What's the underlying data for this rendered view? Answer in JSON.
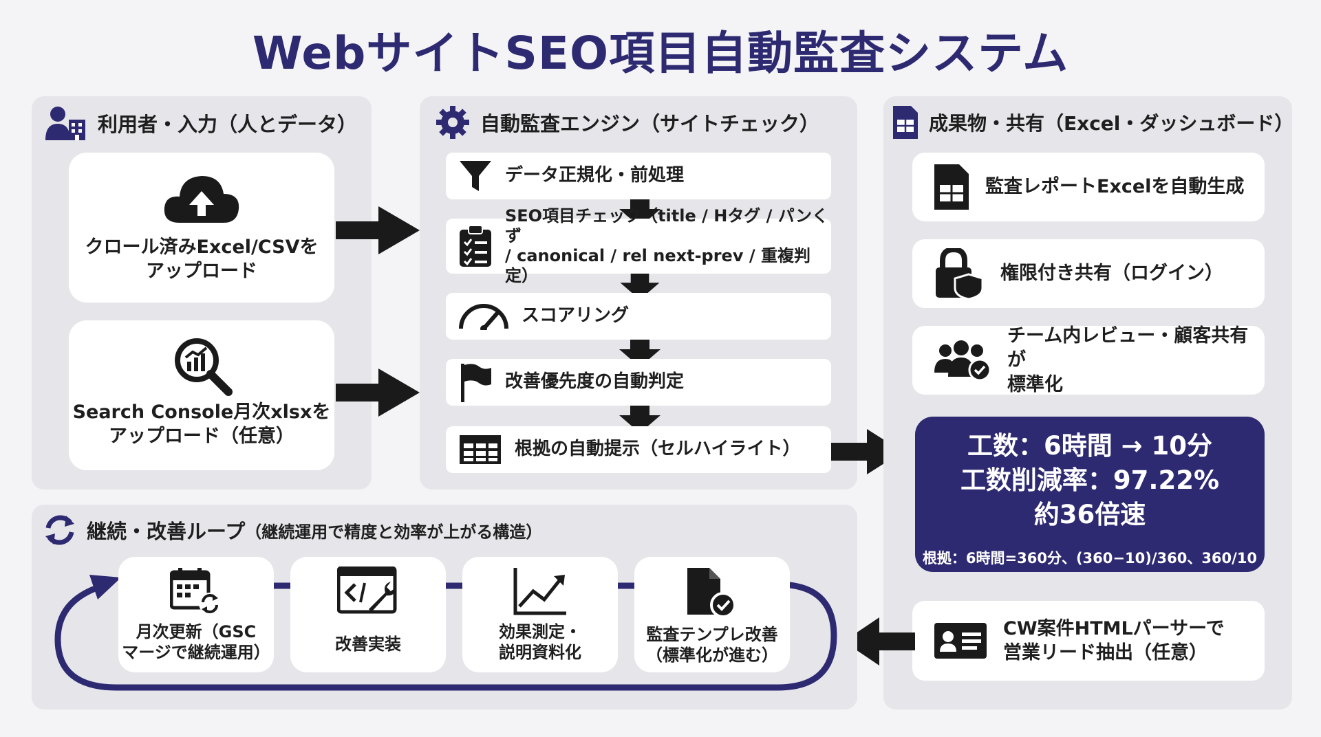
{
  "title": "WebサイトSEO項目自動監査システム",
  "colors": {
    "accent": "#2e2a72",
    "panel": "#e6e6ea",
    "card": "#ffffff",
    "arrow": "#1a1a1a"
  },
  "input_panel": {
    "heading": "利用者・入力（人とデータ）",
    "heading_icon": "user-building-icon",
    "cards": [
      {
        "icon": "cloud-upload-icon",
        "label_line1": "クロール済みExcel/CSVを",
        "label_line2": "アップロード"
      },
      {
        "icon": "search-chart-icon",
        "label_line1": "Search Console月次xlsxを",
        "label_line2": "アップロード（任意）"
      }
    ]
  },
  "engine_panel": {
    "heading": "自動監査エンジン（サイトチェック）",
    "heading_icon": "gear-icon",
    "steps": [
      {
        "icon": "filter-icon",
        "label": "データ正規化・前処理"
      },
      {
        "icon": "clipboard-check-icon",
        "label_line1": "SEO項目チェック（title / Hタグ / パンくず",
        "label_line2": "/ canonical / rel next-prev / 重複判定）"
      },
      {
        "icon": "gauge-icon",
        "label": "スコアリング"
      },
      {
        "icon": "flag-icon",
        "label": "改善優先度の自動判定"
      },
      {
        "icon": "table-icon",
        "label": "根拠の自動提示（セルハイライト）"
      }
    ]
  },
  "output_panel": {
    "heading": "成果物・共有（Excel・ダッシュボード）",
    "heading_icon": "spreadsheet-doc-icon",
    "cards": [
      {
        "icon": "excel-file-icon",
        "label": "監査レポートExcelを自動生成"
      },
      {
        "icon": "lock-shield-icon",
        "label": "権限付き共有（ログイン）"
      },
      {
        "icon": "team-check-icon",
        "label_line1": "チーム内レビュー・顧客共有が",
        "label_line2": "標準化"
      }
    ],
    "result": {
      "line1": "工数：6時間 → 10分",
      "line2": "工数削減率：97.22%",
      "line3": "約36倍速",
      "basis": "根拠：6時間=360分、(360−10)/360、360/10"
    },
    "extra_card": {
      "icon": "id-card-icon",
      "label_line1": "CW案件HTMLパーサーで",
      "label_line2": "営業リード抽出（任意）"
    }
  },
  "loop_panel": {
    "heading": "継続・改善ループ",
    "heading_sub": "（継続運用で精度と効率が上がる構造）",
    "heading_icon": "sync-icon",
    "items": [
      {
        "icon": "calendar-sync-icon",
        "label_line1": "月次更新（GSC",
        "label_line2": "マージで継続運用）"
      },
      {
        "icon": "code-wrench-icon",
        "label_line1": "改善実装",
        "label_line2": ""
      },
      {
        "icon": "line-chart-icon",
        "label_line1": "効果測定・",
        "label_line2": "説明資料化"
      },
      {
        "icon": "doc-check-icon",
        "label_line1": "監査テンプレ改善",
        "label_line2": "（標準化が進む）"
      }
    ]
  }
}
